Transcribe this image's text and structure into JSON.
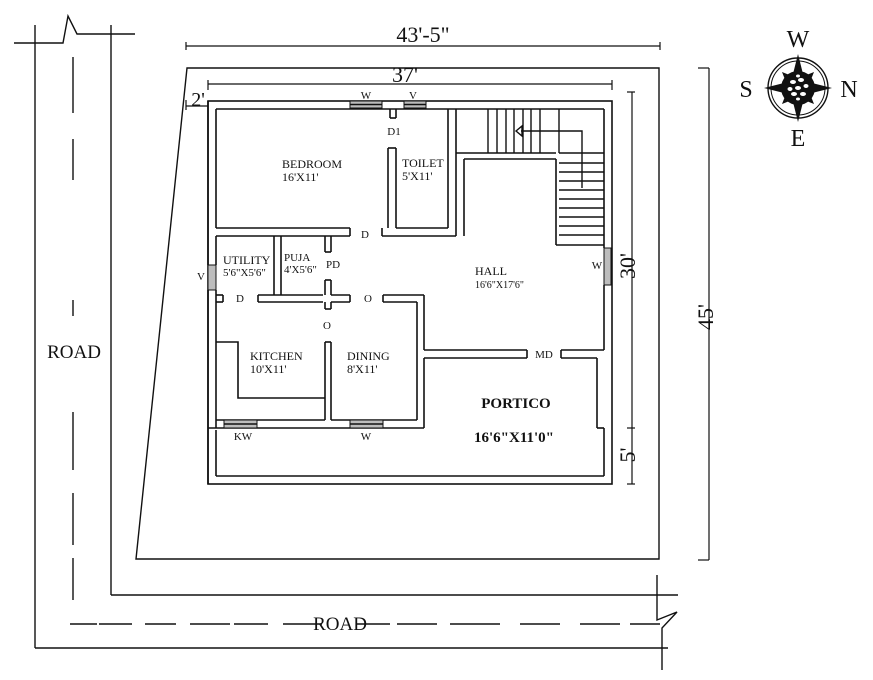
{
  "drawing": {
    "type": "floor-plan",
    "colors": {
      "line": "#111111",
      "background": "#ffffff",
      "window_fill": "#bdbdbd"
    }
  },
  "dimensions": {
    "overall_width": "43'-5\"",
    "building_width": "37'",
    "setback_left": "2'",
    "plot_depth": "45'",
    "house_depth": "30'",
    "front_setback": "5'"
  },
  "roads": {
    "left_label": "ROAD",
    "bottom_label": "ROAD"
  },
  "compass": {
    "top": "W",
    "left": "S",
    "right": "N",
    "bottom": "E"
  },
  "rooms": {
    "bedroom": {
      "name": "BEDROOM",
      "size": "16'X11'"
    },
    "toilet": {
      "name": "TOILET",
      "size": "5'X11'"
    },
    "utility": {
      "name": "UTILITY",
      "size": "5'6\"X5'6\""
    },
    "puja": {
      "name": "PUJA",
      "size": "4'X5'6\""
    },
    "hall": {
      "name": "HALL",
      "size": "16'6\"X17'6\""
    },
    "kitchen": {
      "name": "KITCHEN",
      "size": "10'X11'"
    },
    "dining": {
      "name": "DINING",
      "size": "8'X11'"
    },
    "portico": {
      "name": "PORTICO",
      "size": "16'6\"X11'0\""
    }
  },
  "openings": {
    "window_top": "W",
    "ventilator_top": "V",
    "door_d1": "D1",
    "door_bedroom": "D",
    "ventilator_utility": "V",
    "door_utility": "D",
    "door_puja": "PD",
    "opening_1": "O",
    "opening_2": "O",
    "window_hall": "W",
    "main_door": "MD",
    "kitchen_window": "KW",
    "window_dining": "W"
  }
}
